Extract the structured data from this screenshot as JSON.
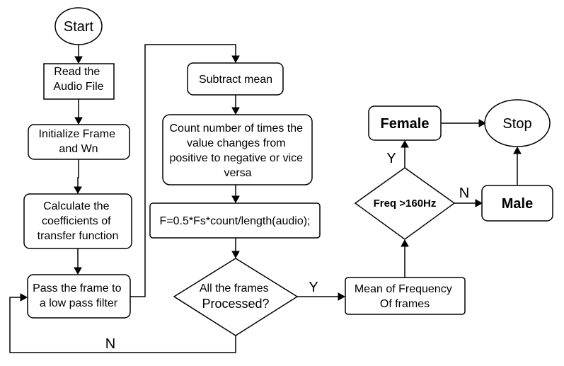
{
  "nodes": {
    "start": {
      "lines": [
        "Start"
      ]
    },
    "read": {
      "lines": [
        "Read the",
        "Audio File"
      ]
    },
    "init": {
      "lines": [
        "Initialize Frame",
        "and Wn"
      ]
    },
    "calc": {
      "lines": [
        "Calculate the",
        "coefficients of",
        "transfer function"
      ]
    },
    "pass": {
      "lines": [
        "Pass the frame to",
        "a low pass filter"
      ]
    },
    "subtract": {
      "lines": [
        "Subtract mean"
      ]
    },
    "count": {
      "lines": [
        "Count number of times the",
        "value changes from",
        "positive to negative or vice",
        "versa"
      ]
    },
    "formula": {
      "lines": [
        "F=0.5*Fs*count/length(audio);"
      ]
    },
    "decision_frames": {
      "lines": [
        "All the frames",
        "Processed?"
      ]
    },
    "mean": {
      "lines": [
        "Mean of Frequency",
        "Of frames"
      ]
    },
    "decision_freq": {
      "lines": [
        "Freq >160Hz"
      ]
    },
    "female": {
      "lines": [
        "Female"
      ]
    },
    "male": {
      "lines": [
        "Male"
      ]
    },
    "stop": {
      "lines": [
        "Stop"
      ]
    }
  },
  "edge_labels": {
    "frames_yes": "Y",
    "frames_no": "N",
    "freq_yes": "Y",
    "freq_no": "N"
  }
}
